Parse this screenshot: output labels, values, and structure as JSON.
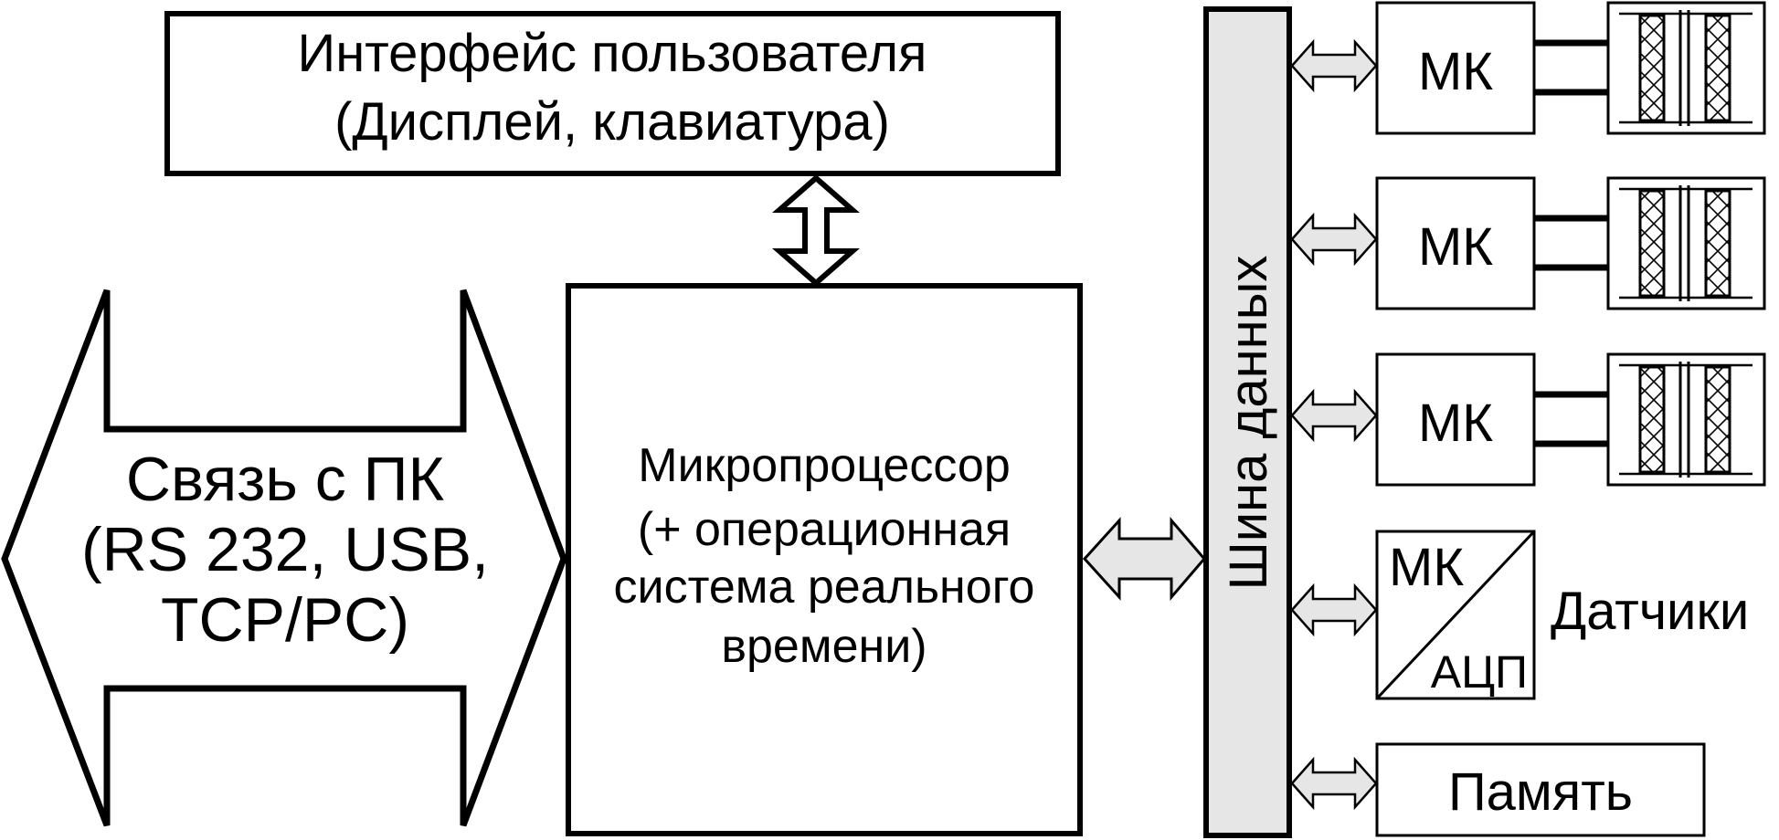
{
  "colors": {
    "stroke": "#000000",
    "bus_fill": "#e6e6e6",
    "arrow_fill": "#e6e6e6",
    "background": "#ffffff"
  },
  "user_interface": {
    "line1": "Интерфейс пользователя",
    "line2": "(Дисплей, клавиатура)"
  },
  "pc_link": {
    "line1": "Связь с ПК",
    "line2": "(RS 232, USB,",
    "line3": "TCP/PC)"
  },
  "microprocessor": {
    "line1": "Микропроцессор",
    "line2": "(+ операционная",
    "line3": "система реального",
    "line4": "времени)"
  },
  "data_bus": {
    "label": "Шина данных"
  },
  "controllers": [
    {
      "label": "МК",
      "icon": "transformer-icon"
    },
    {
      "label": "МК",
      "icon": "transformer-icon"
    },
    {
      "label": "МК",
      "icon": "transformer-icon"
    }
  ],
  "sensor_block": {
    "mk_label": "МК",
    "adc_label": "АЦП",
    "caption": "Датчики"
  },
  "memory": {
    "label": "Память"
  }
}
